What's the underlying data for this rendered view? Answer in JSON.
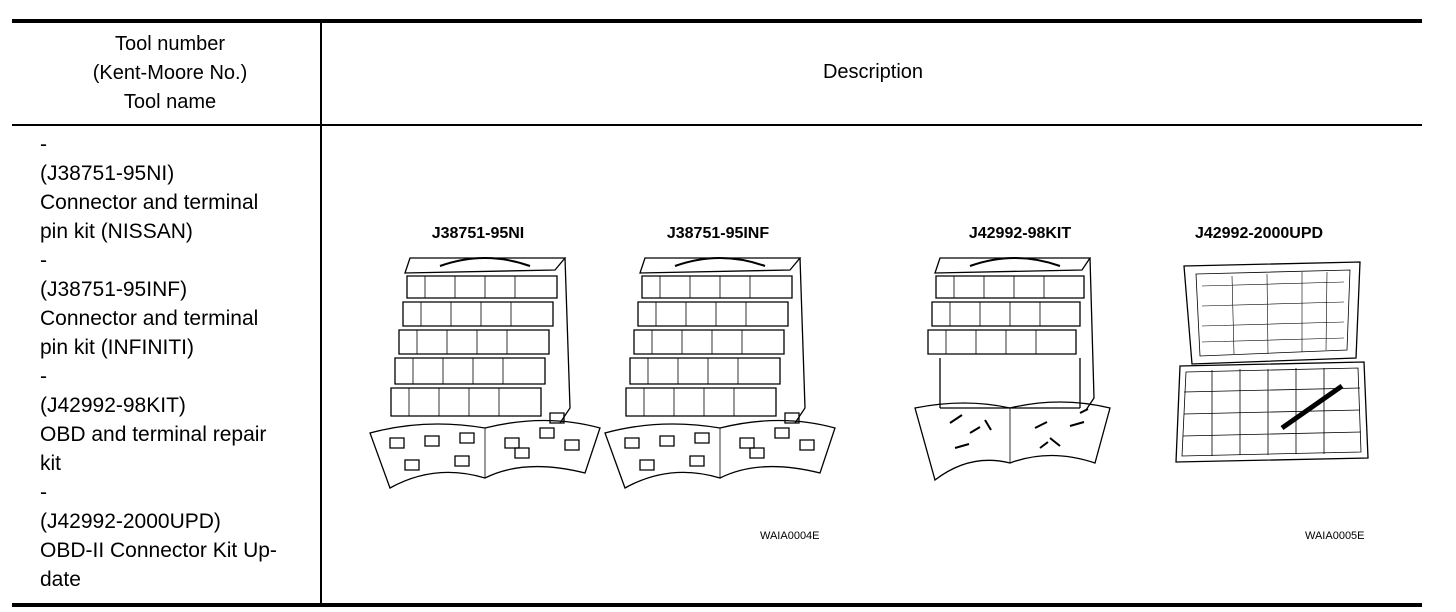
{
  "header": {
    "left_line1": "Tool number",
    "left_line2": "(Kent-Moore No.)",
    "left_line3": "Tool name",
    "right": "Description"
  },
  "tools": [
    {
      "dash": "-",
      "number": "(J38751-95NI)",
      "name_line1": "Connector and terminal",
      "name_line2": "pin kit (NISSAN)"
    },
    {
      "dash": "-",
      "number": "(J38751-95INF)",
      "name_line1": "Connector and terminal",
      "name_line2": "pin kit (INFINITI)"
    },
    {
      "dash": "-",
      "number": "(J42992-98KIT)",
      "name_line1": "OBD and terminal repair",
      "name_line2": "kit"
    },
    {
      "dash": "-",
      "number": "(J42992-2000UPD)",
      "name_line1": "OBD-II Connector Kit Up-",
      "name_line2": "date"
    }
  ],
  "figures": {
    "labels": [
      "J38751-95NI",
      "J38751-95INF",
      "J42992-98KIT",
      "J42992-2000UPD"
    ],
    "ref_left": "WAIA0004E",
    "ref_right": "WAIA0005E"
  }
}
